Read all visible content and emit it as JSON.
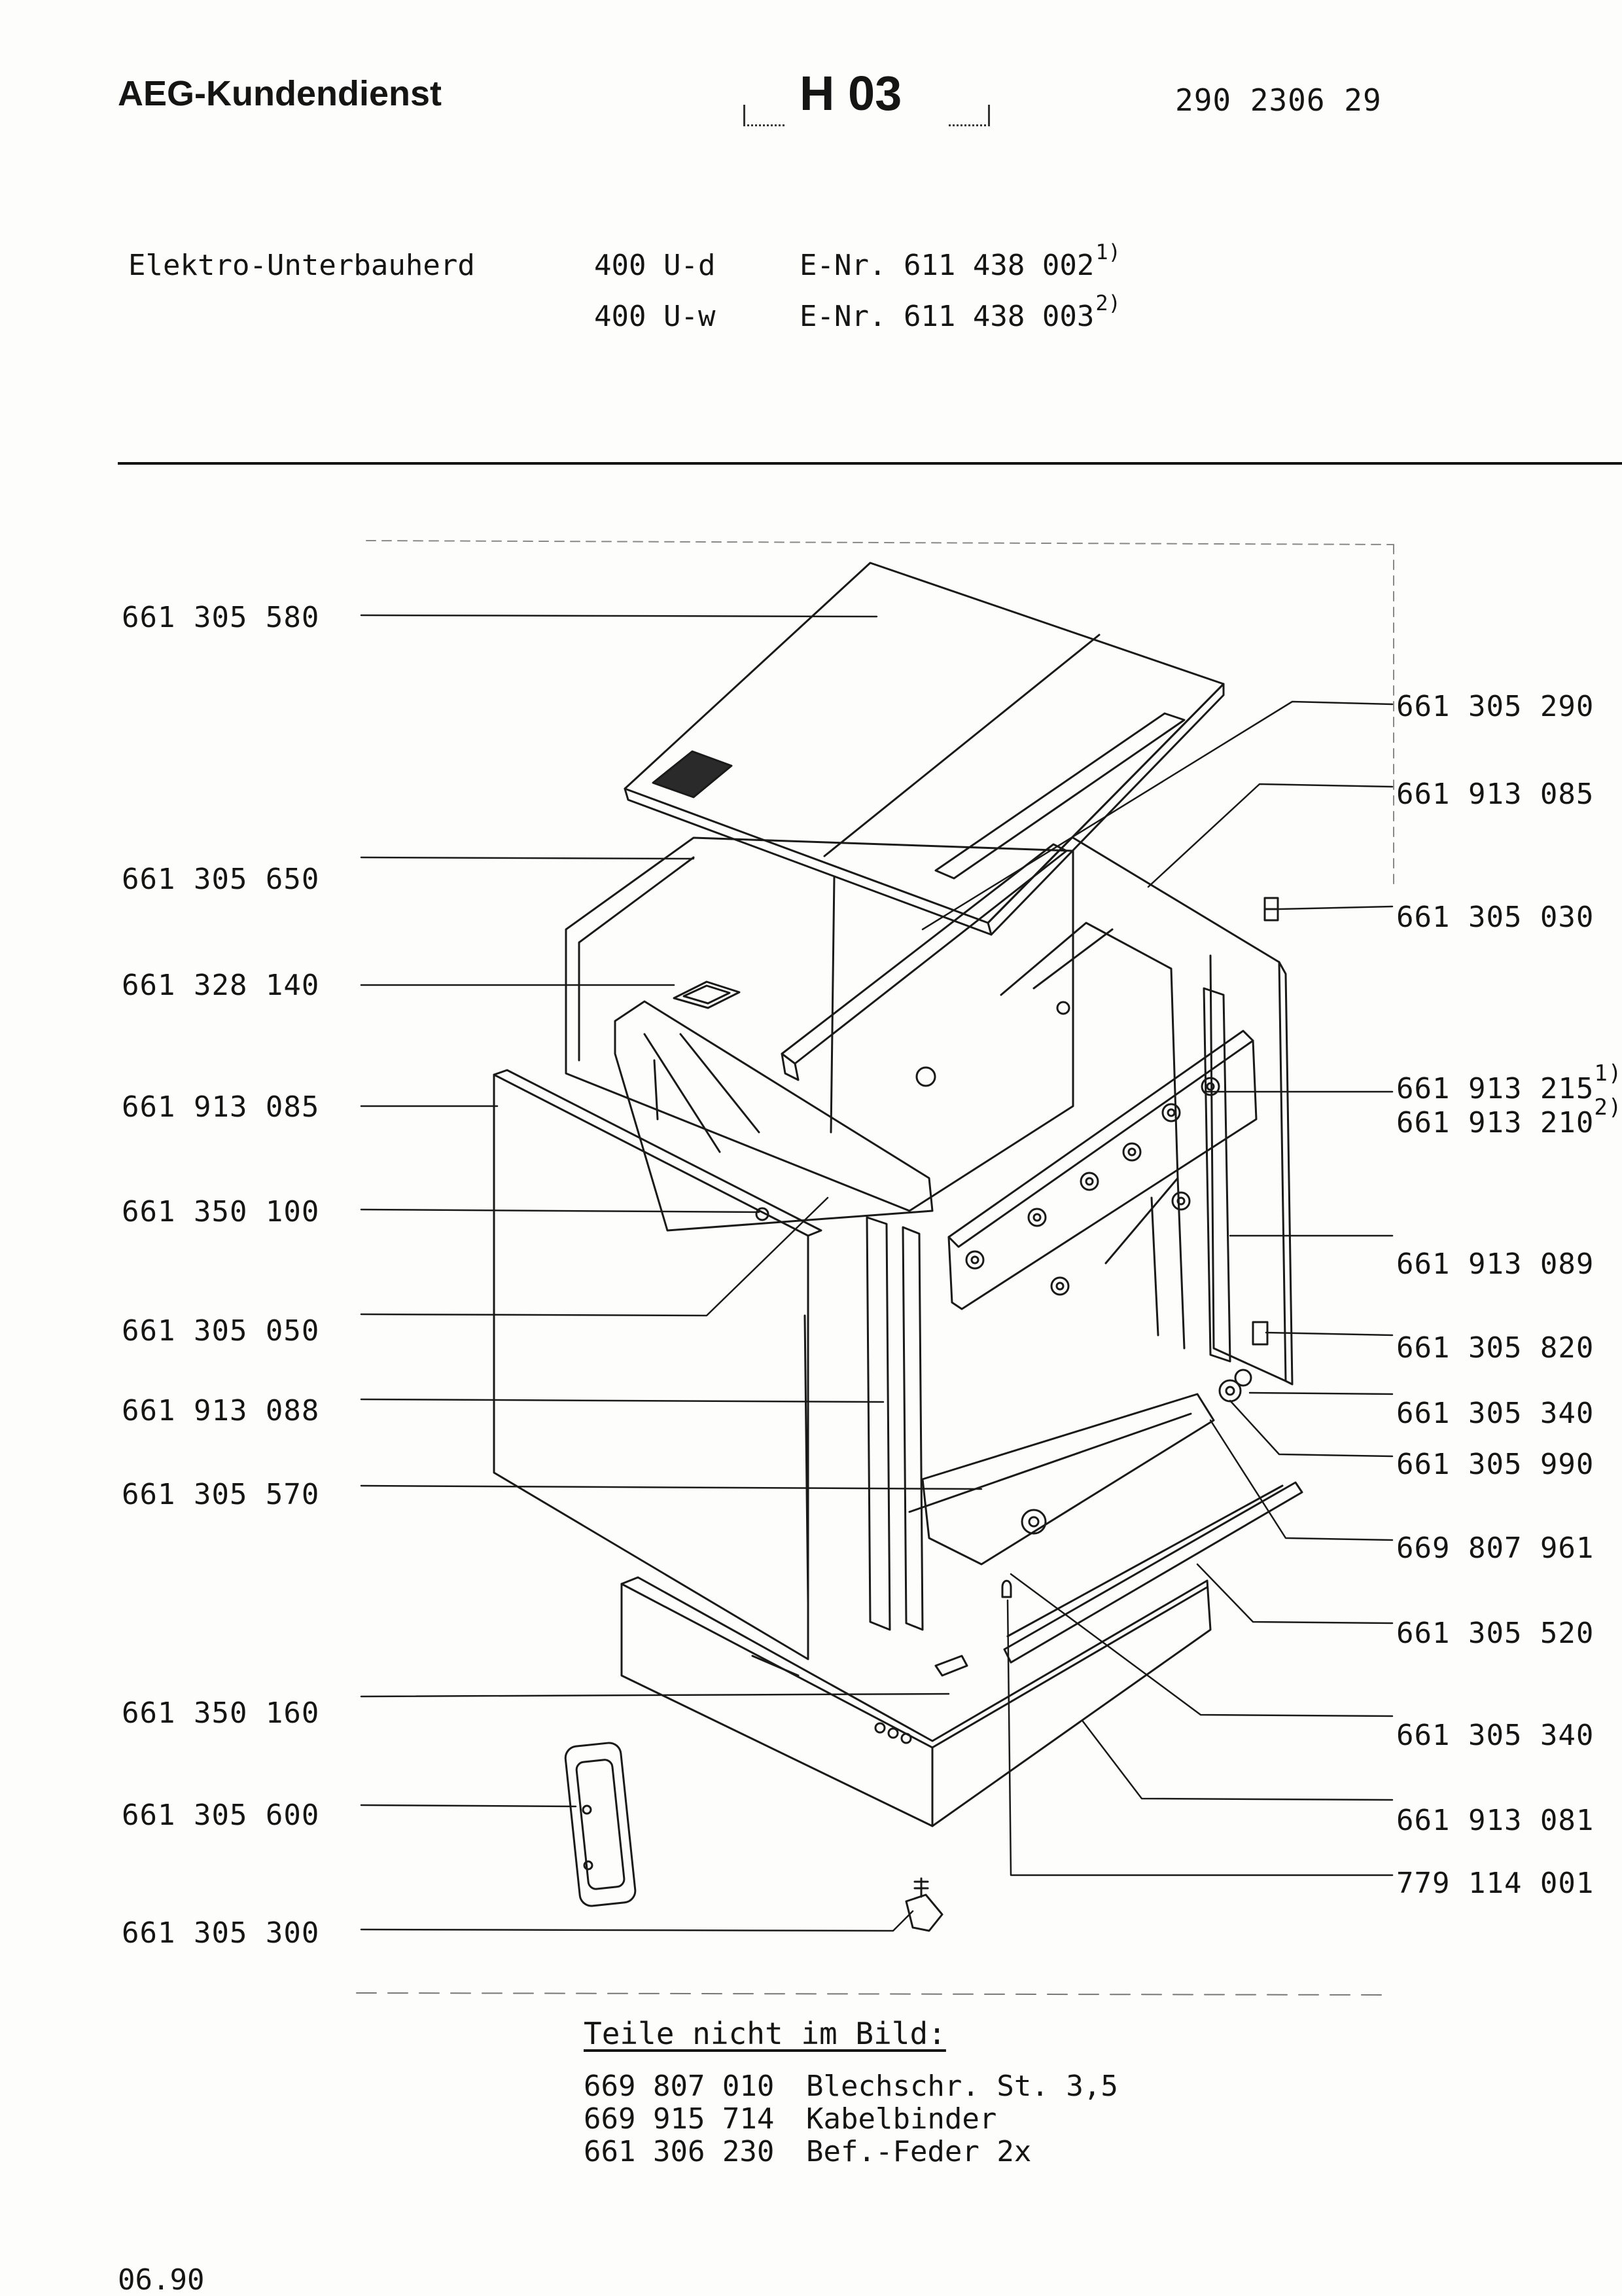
{
  "header": {
    "brand": "AEG-Kundendienst",
    "doc_code": "H 03",
    "doc_number": "290 2306 29"
  },
  "product": {
    "name": "Elektro-Unterbauherd",
    "variants": [
      {
        "model": "400 U-d",
        "enr": "E-Nr. 611 438 002",
        "footnote": "1)"
      },
      {
        "model": "400 U-w",
        "enr": "E-Nr. 611 438 003",
        "footnote": "2)"
      }
    ]
  },
  "callouts_left": [
    "661 305 580",
    "661 305 650",
    "661 328 140",
    "661 913 085",
    "661 350 100",
    "661 305 050",
    "661 913 088",
    "661 305 570",
    "661 350 160",
    "661 305 600",
    "661 305 300"
  ],
  "callouts_right": [
    "661 305 290",
    "661 913 085",
    "661 305 030",
    "661 913 215",
    "661 913 210",
    "661 913 089",
    "661 305 820",
    "661 305 340",
    "661 305 990",
    "669 807 961",
    "661 305 520",
    "661 305 340",
    "661 913 081",
    "779 114 001"
  ],
  "callout_footnotes": {
    "first": "1)",
    "second": "2)"
  },
  "parts_not_shown": {
    "title": "Teile nicht im Bild:",
    "items": [
      {
        "number": "669 807 010",
        "description": "Blechschr. St. 3,5"
      },
      {
        "number": "669 915 714",
        "description": "Kabelbinder"
      },
      {
        "number": "661 306 230",
        "description": "Bef.-Feder 2x"
      }
    ]
  },
  "footer": {
    "date": "06.90"
  }
}
